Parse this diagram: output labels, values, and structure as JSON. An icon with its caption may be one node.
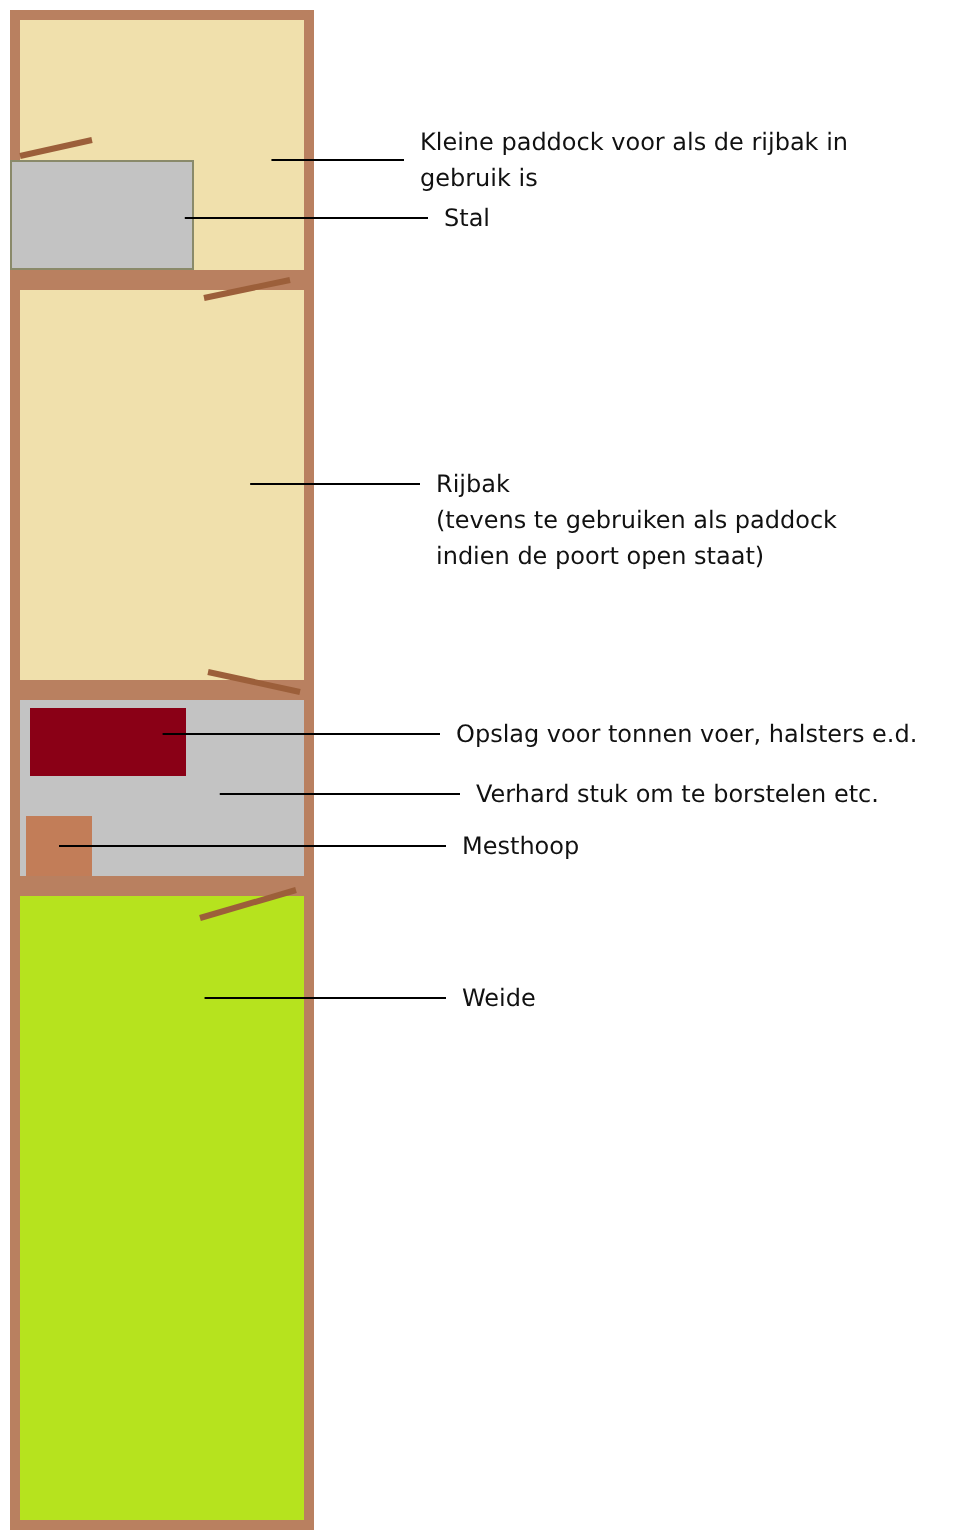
{
  "diagram": {
    "nodes": [
      {
        "text": [],
        "shape": "box"
      },
      {
        "text": [],
        "shape": "box",
        "in": 0
      },
      {
        "text": [],
        "shape": "box"
      },
      {
        "text": [],
        "shape": "box"
      },
      {
        "text": [],
        "shape": "box",
        "in": 3
      },
      {
        "text": [],
        "shape": "box",
        "in": 3
      },
      {
        "text": [],
        "shape": "box"
      },
      {
        "text": [
          "Kleine paddock voor als de rijbak in gebruik is"
        ]
      },
      {
        "text": [
          "Stal"
        ]
      },
      {
        "text": [
          "Rijbak",
          "(tevens te gebruiken als paddock indien de poort open staat)"
        ]
      },
      {
        "text": [
          "Opslag voor tonnen voer, halsters e.d."
        ]
      },
      {
        "text": [
          "Verhard stuk om te borstelen etc."
        ]
      },
      {
        "text": [
          "Mesthoop"
        ]
      },
      {
        "text": [
          "Weide"
        ]
      }
    ],
    "edges": [
      {
        "from": 7,
        "to": 0,
        "arrow": "none"
      },
      {
        "from": 8,
        "to": 1,
        "arrow": "none"
      },
      {
        "from": 9,
        "to": 2,
        "arrow": "none"
      },
      {
        "from": 10,
        "to": 4,
        "arrow": "none"
      },
      {
        "from": 11,
        "to": 3,
        "arrow": "none"
      },
      {
        "from": 12,
        "to": 5,
        "arrow": "none"
      },
      {
        "from": 13,
        "to": 6,
        "arrow": "none"
      }
    ]
  }
}
